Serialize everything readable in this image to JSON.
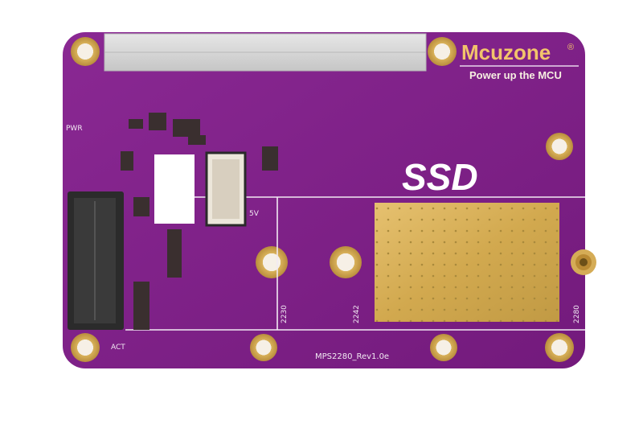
{
  "board": {
    "brand": "Mcuzone",
    "registered_mark": "®",
    "tagline": "Power up the MCU",
    "model_label": "SSD",
    "revision": "MPS2280_Rev1.0e",
    "voltage_label": "5V",
    "led_pwr_label": "PWR",
    "led_act_label": "ACT",
    "size_labels": [
      "2230",
      "2242",
      "2280"
    ]
  },
  "colors": {
    "pcb": "#7d1f86",
    "pcb_light": "#8d2a96",
    "gold": "#d9b25a",
    "header": "#d4d4d4",
    "silkscreen": "#f2eaf3"
  }
}
